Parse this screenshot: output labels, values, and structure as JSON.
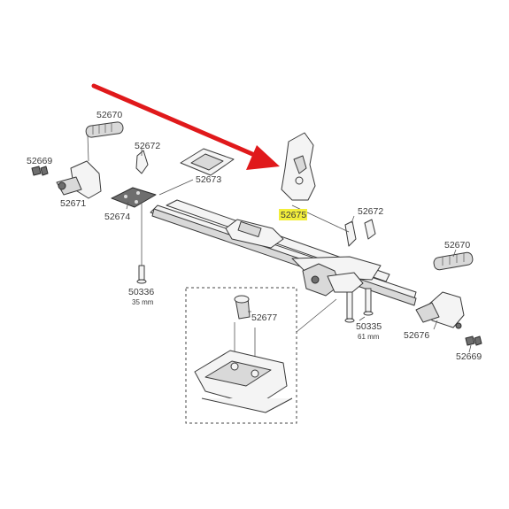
{
  "highlight_color": "#f2ee3a",
  "arrow_color": "#e0191b",
  "labels": {
    "p52670_top": "52670",
    "p52669_left": "52669",
    "p52671": "52671",
    "p52672_left": "52672",
    "p52673": "52673",
    "p52674": "52674",
    "p50336": "50336",
    "p50336_size": "35 mm",
    "p52675": "52675",
    "p52672_right": "52672",
    "p52677": "52677",
    "p50335": "50335",
    "p50335_size": "61 mm",
    "p52670_right": "52670",
    "p52676": "52676",
    "p52669_right": "52669"
  }
}
